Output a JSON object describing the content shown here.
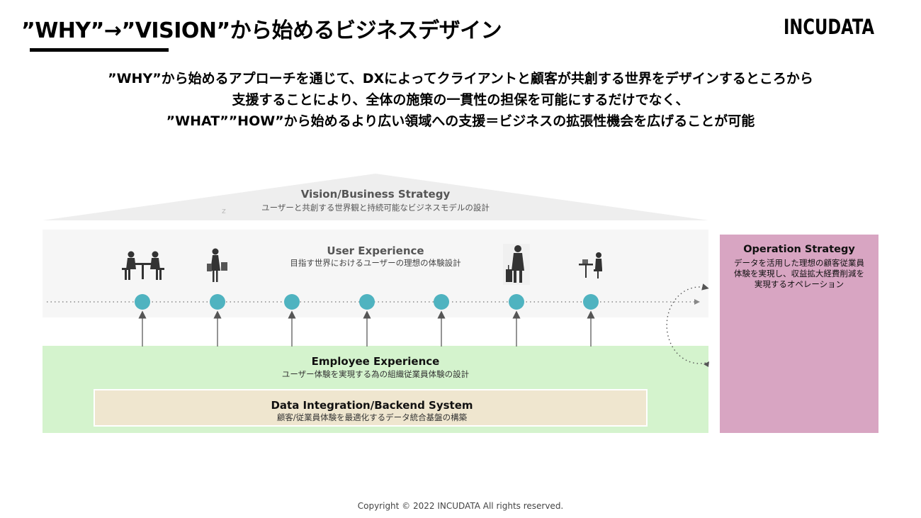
{
  "header": {
    "title": "”WHY”→”VISION”から始めるビジネスデザイン",
    "logo_text": "INCUDATA"
  },
  "lead": {
    "line1": "”WHY”から始めるアプローチを通じて、DXによってクライアントと顧客が共創する世界をデザインするところから",
    "line2": "支援することにより、全体の施策の一貫性の担保を可能にするだけでなく、",
    "line3": "”WHAT””HOW”から始めるより広い領域への支援＝ビジネスの拡張性機会を広げることが可能"
  },
  "diagram": {
    "vision": {
      "title": "Vision/Business Strategy",
      "subtitle": "ユーザーと共創する世界観と持続可能なビジネスモデルの設計"
    },
    "user_experience": {
      "title": "User Experience",
      "subtitle": "目指す世界におけるユーザーの理想の体験設計",
      "scene_icons": [
        "dining-couple-icon",
        "shopping-woman-icon",
        "traveler-with-suitcase-icon",
        "person-at-desk-icon"
      ],
      "touchpoint_count_label": "",
      "touchpoint_color": "#4fb3c0"
    },
    "employee_experience": {
      "title": "Employee Experience",
      "subtitle": "ユーザー体験を実現する為の組織従業員体験の設計",
      "band_color": "#d4f3cd"
    },
    "data_integration": {
      "title": "Data Integration/Backend System",
      "subtitle": "顧客/従業員体験を最適化するデータ統合基盤の構築",
      "box_color": "#efe6cf"
    },
    "operation_strategy": {
      "title": "Operation Strategy",
      "lines": [
        "データを活用した理想の顧客従業員",
        "体験を実現し、収益拡大経費削減を",
        "実現するオペレーション"
      ],
      "box_color": "#d8a5c2"
    }
  },
  "footer": {
    "copyright": "Copyright © 2022 INCUDATA  All rights reserved."
  }
}
